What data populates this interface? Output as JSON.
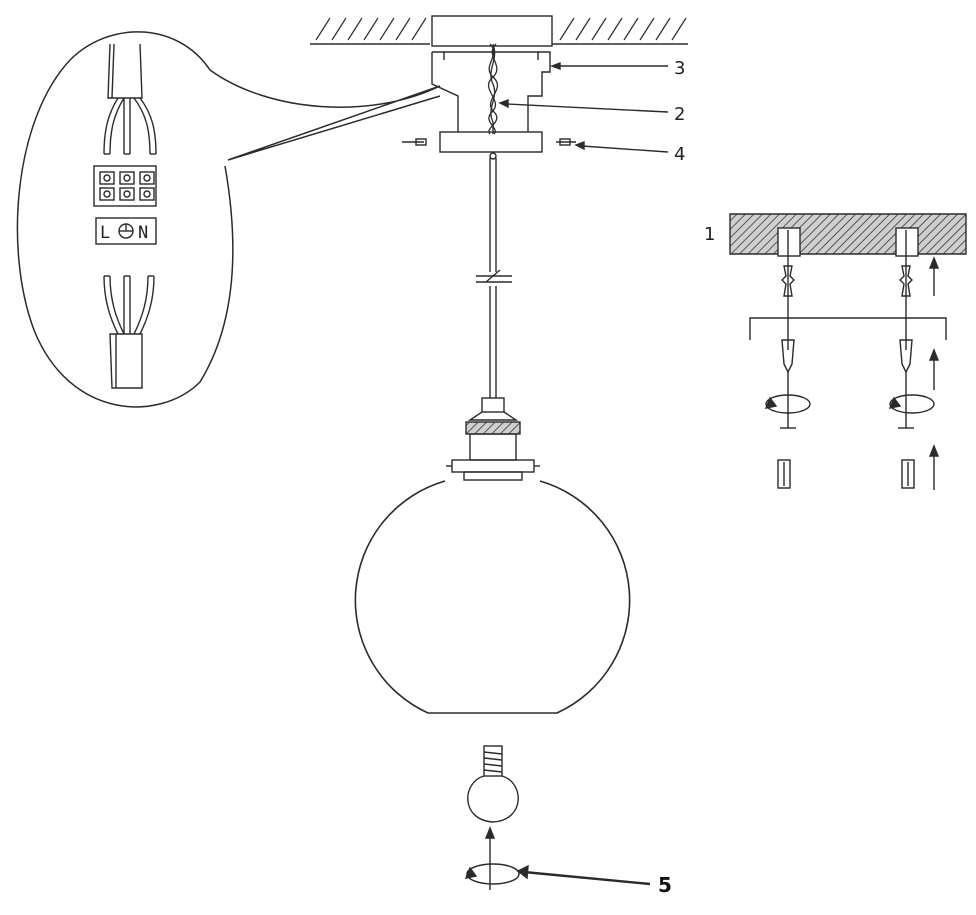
{
  "callouts": {
    "c1": "1",
    "c2": "2",
    "c3": "3",
    "c4": "4",
    "c5": "5"
  },
  "terminal": {
    "live": "L",
    "neutral": "N",
    "earth_icon": "earth-ground-icon"
  },
  "colors": {
    "line": "#2b2b2b",
    "hatch_fill": "#9a9a9a"
  }
}
